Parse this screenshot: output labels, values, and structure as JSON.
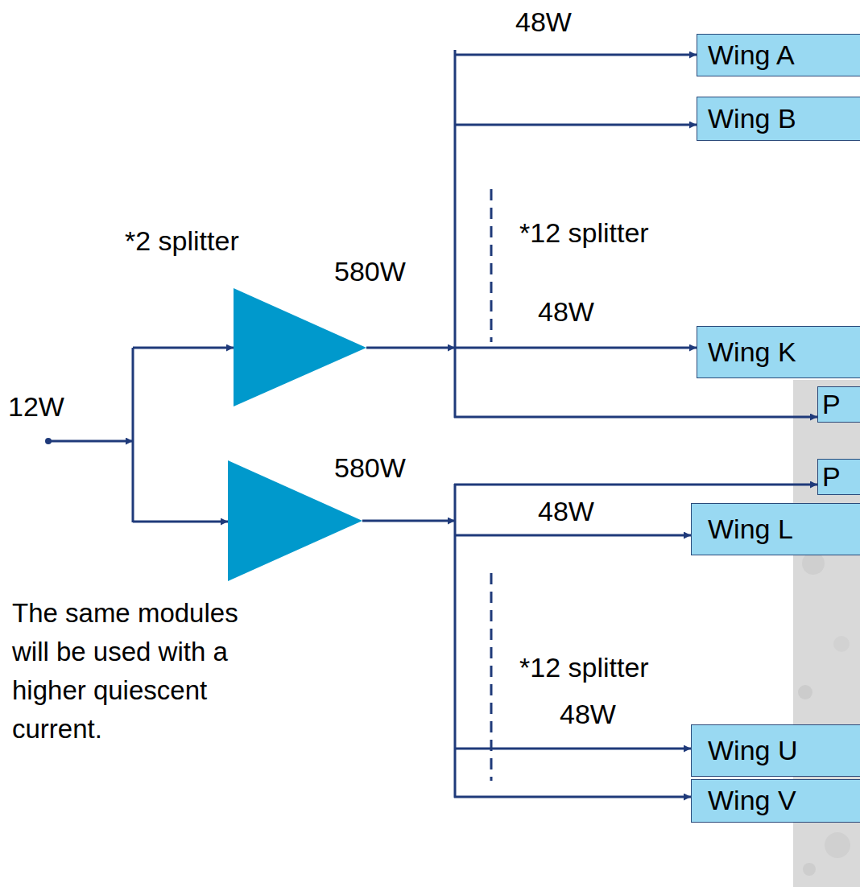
{
  "diagram": {
    "nodes": [
      {
        "text": [
          "Wing A"
        ]
      },
      {
        "text": [
          "Wing B"
        ]
      },
      {
        "text": [
          "Wing K"
        ]
      },
      {
        "text": [
          "P"
        ]
      },
      {
        "text": [
          "P"
        ]
      },
      {
        "text": [
          "Wing L"
        ]
      },
      {
        "text": [
          "Wing U"
        ]
      },
      {
        "text": [
          "Wing V"
        ]
      }
    ],
    "labels": [
      "48W",
      "*12 splitter",
      "*2 splitter",
      "580W",
      "48W",
      "12W",
      "580W",
      "48W",
      "The same modules will be used with a higher quiescent current.",
      "*12 splitter",
      "48W"
    ]
  }
}
